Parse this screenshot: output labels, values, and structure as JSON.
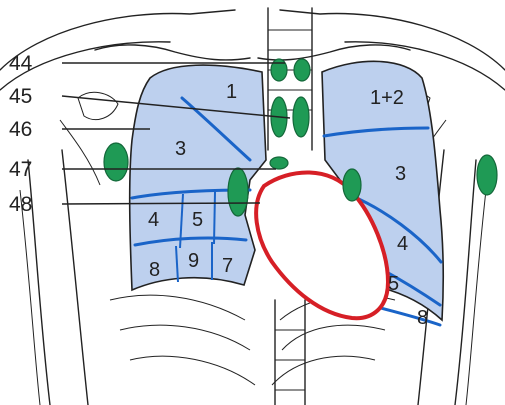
{
  "lead_labels": {
    "l44": "44",
    "l45": "45",
    "l46": "46",
    "l47": "47",
    "l48": "48"
  },
  "segment_labels": {
    "s1": "1",
    "s3_right": "3",
    "s4_right": "4",
    "s5_right": "5",
    "s7": "7",
    "s8_right": "8",
    "s9": "9",
    "s12": "1+2",
    "s3_left": "3",
    "s4_left": "4",
    "s5_left": "5",
    "s8_left": "8"
  },
  "colors": {
    "lung_fill": "#bdd0ee",
    "fissure": "#1a64c8",
    "lymph_node": "#1f9a55",
    "heart_outline": "#d61f26",
    "line": "#222222"
  }
}
